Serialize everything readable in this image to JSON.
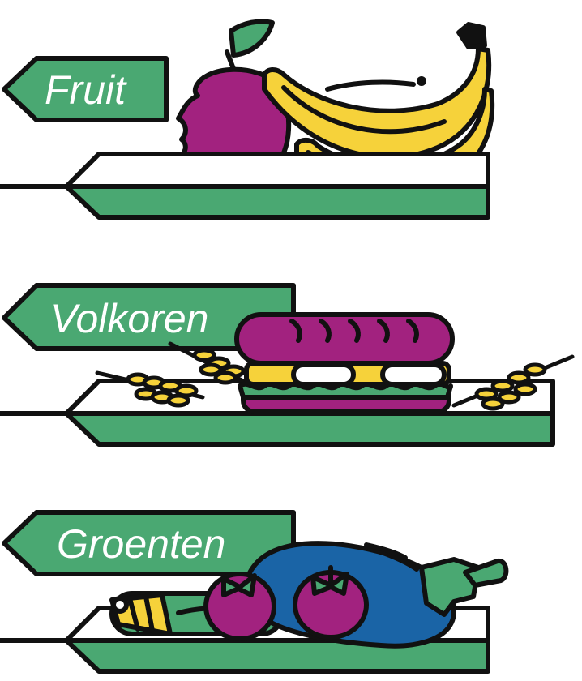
{
  "colors": {
    "green": "#4aa872",
    "purple": "#a2227f",
    "yellow": "#f6d23a",
    "blue": "#1a64a6",
    "outline": "#111111",
    "white": "#ffffff"
  },
  "shelves": [
    {
      "label": "Fruit",
      "items": [
        "apple-icon",
        "banana-icon"
      ]
    },
    {
      "label": "Volkoren",
      "items": [
        "sandwich-icon",
        "wheat-icon"
      ]
    },
    {
      "label": "Groenten",
      "items": [
        "eggplant-icon",
        "tomato-icon",
        "cucumber-icon"
      ]
    }
  ]
}
